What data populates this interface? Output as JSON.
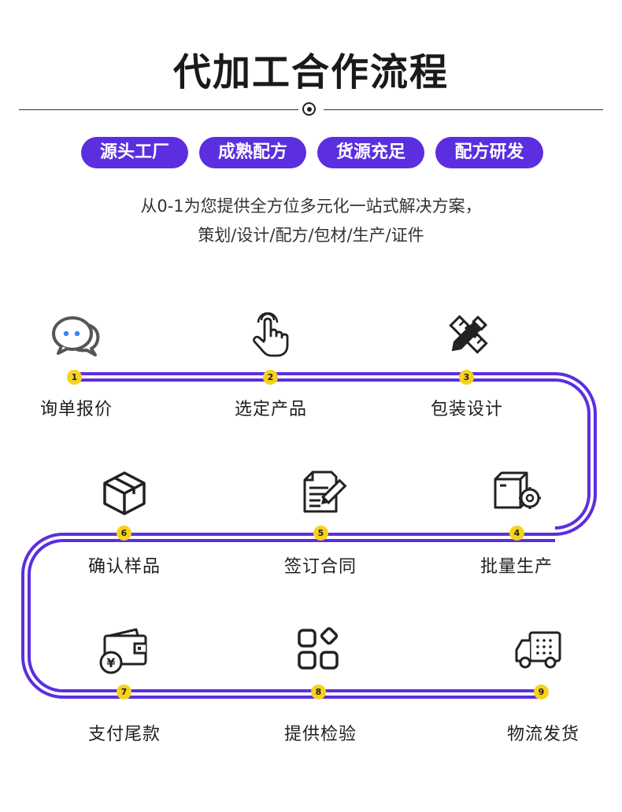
{
  "title": "代加工合作流程",
  "tags": [
    "源头工厂",
    "成熟配方",
    "货源充足",
    "配方研发"
  ],
  "description": {
    "line1": "从0-1为您提供全方位多元化一站式解决方案，",
    "line2": "策划/设计/配方/包材/生产/证件"
  },
  "colors": {
    "accent": "#5b2ee0",
    "badge": "#f7d21c"
  },
  "steps": [
    {
      "num": "1",
      "label": "询单报价",
      "icon": "chat-bubbles-icon"
    },
    {
      "num": "2",
      "label": "选定产品",
      "icon": "hand-pointer-icon"
    },
    {
      "num": "3",
      "label": "包装设计",
      "icon": "pencil-ruler-icon"
    },
    {
      "num": "4",
      "label": "批量生产",
      "icon": "box-gear-icon"
    },
    {
      "num": "5",
      "label": "签订合同",
      "icon": "contract-pen-icon"
    },
    {
      "num": "6",
      "label": "确认样品",
      "icon": "cube-icon"
    },
    {
      "num": "7",
      "label": "支付尾款",
      "icon": "wallet-yen-icon"
    },
    {
      "num": "8",
      "label": "提供检验",
      "icon": "apps-grid-icon"
    },
    {
      "num": "9",
      "label": "物流发货",
      "icon": "delivery-truck-icon"
    }
  ]
}
